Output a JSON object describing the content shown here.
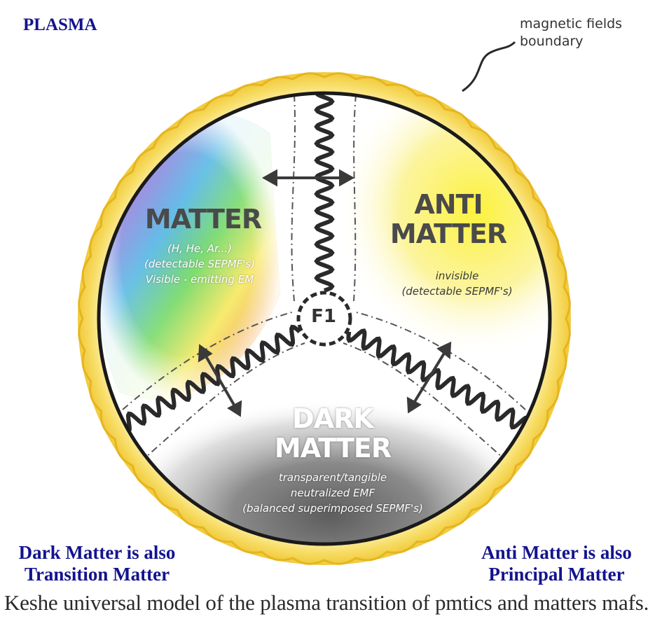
{
  "labels": {
    "corner_title": "PLASMA",
    "boundary_line1": "magnetic fields",
    "boundary_line2": "boundary",
    "center": "F1"
  },
  "regions": {
    "matter": {
      "title": "MATTER",
      "lines": [
        "(H, He, Ar...)",
        "(detectable SEPMF's)",
        "Visible - emitting EM"
      ]
    },
    "anti_matter": {
      "title_line1": "ANTI",
      "title_line2": "MATTER",
      "lines": [
        "invisible",
        "(detectable SEPMF's)"
      ]
    },
    "dark_matter": {
      "title_line1": "DARK",
      "title_line2": "MATTER",
      "lines": [
        "transparent/tangible",
        "neutralized EMF",
        "(balanced superimposed SEPMF's)"
      ]
    }
  },
  "notes": {
    "dark_line1": "Dark Matter is also",
    "dark_line2": "Transition Matter",
    "anti_line1": "Anti Matter is also",
    "anti_line2": "Principal Matter"
  },
  "caption": "Keshe universal model of the plasma transition of pmtics and matters mafs.",
  "colors": {
    "label_blue": "#13138f",
    "halo_yellow": "#f3cf3a",
    "outline": "#1a1a1a"
  }
}
